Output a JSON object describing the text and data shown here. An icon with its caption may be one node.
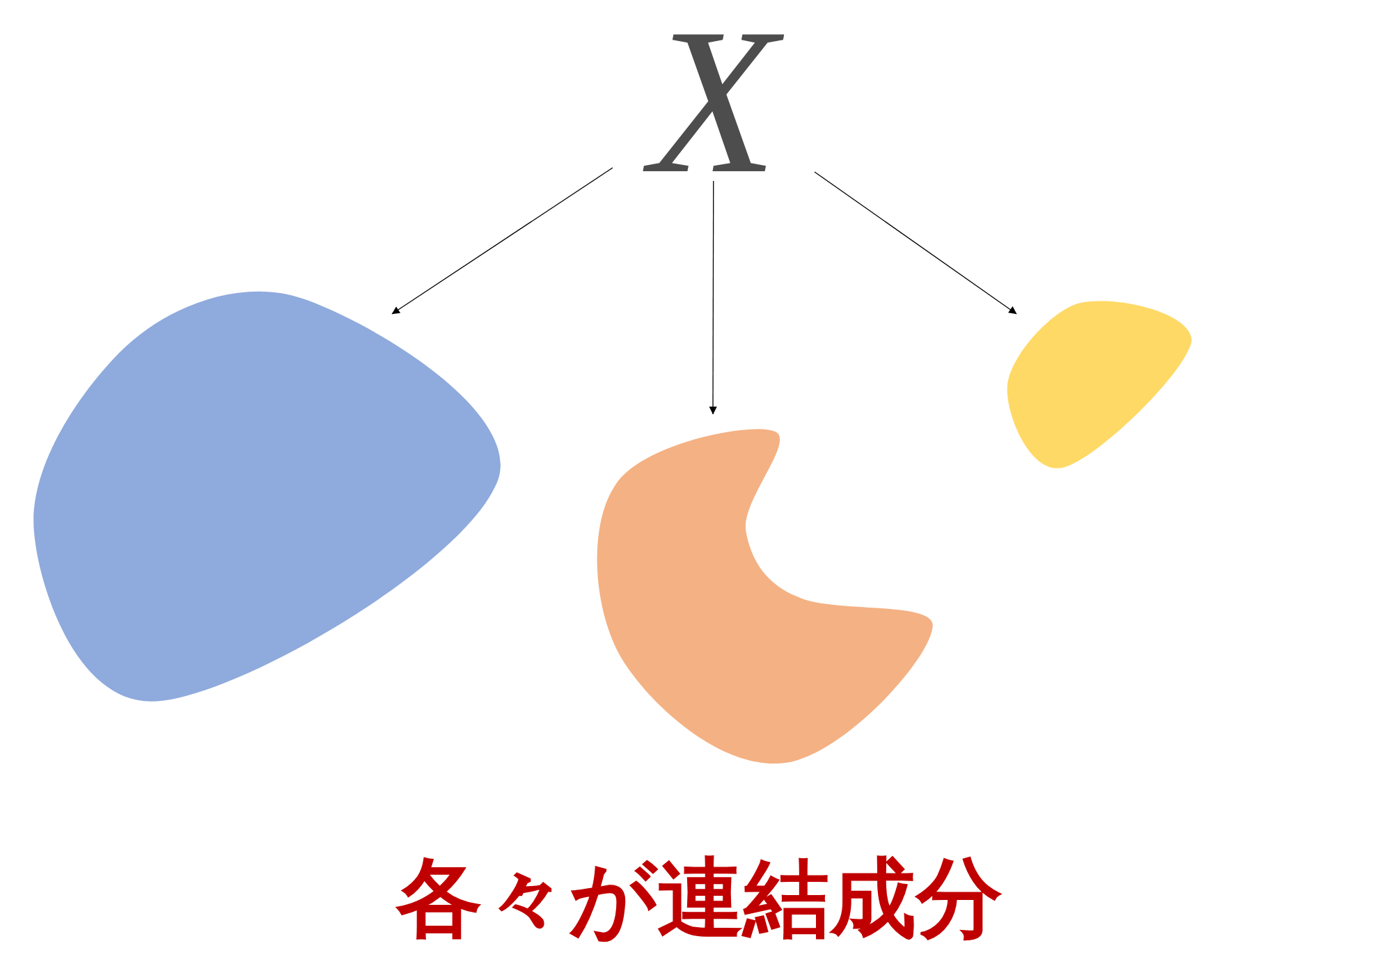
{
  "diagram": {
    "nodes": [
      {
        "text": [
          "X"
        ]
      },
      {
        "text": [],
        "shape": "blob"
      },
      {
        "text": [],
        "shape": "blob"
      },
      {
        "text": [],
        "shape": "blob"
      }
    ],
    "edges": [
      {
        "from": 0,
        "to": 1,
        "arrow": "to"
      },
      {
        "from": 0,
        "to": 2,
        "arrow": "to"
      },
      {
        "from": 0,
        "to": 3,
        "arrow": "to"
      }
    ],
    "labels": [
      "各々が連結成分"
    ]
  }
}
